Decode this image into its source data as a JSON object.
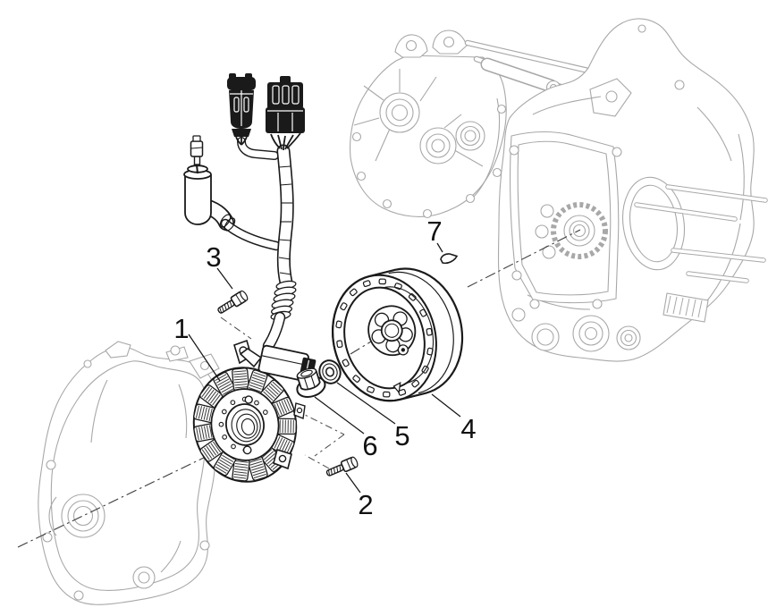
{
  "callouts": [
    {
      "label": "1"
    },
    {
      "label": "2"
    },
    {
      "label": "3"
    },
    {
      "label": "4"
    },
    {
      "label": "5"
    },
    {
      "label": "6"
    },
    {
      "label": "7"
    }
  ],
  "colors": {
    "background": "#ffffff",
    "line_dark": "#1a1a1a",
    "line_gray": "#a8a8a8"
  }
}
